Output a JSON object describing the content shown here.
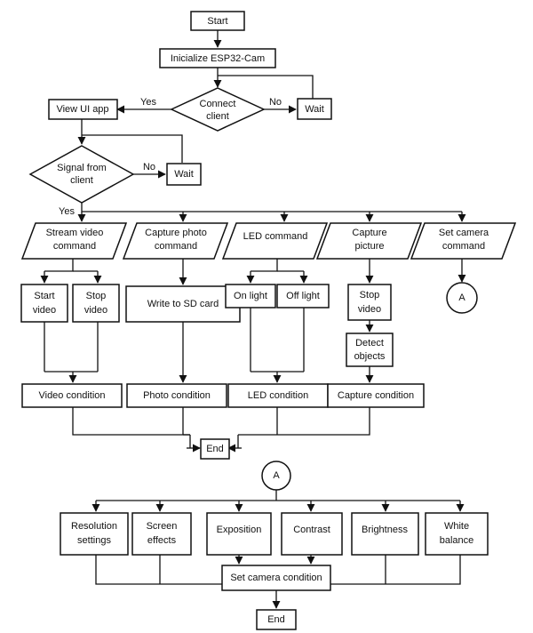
{
  "start": "Start",
  "init": "Inicialize ESP32-Cam",
  "connect": [
    "Connect",
    "client"
  ],
  "yes1": "Yes",
  "no1": "No",
  "wait1": "Wait",
  "view_ui": "View UI app",
  "signal": [
    "Signal from",
    "client"
  ],
  "no2": "No",
  "wait2": "Wait",
  "yes2": "Yes",
  "commands": {
    "stream": [
      "Stream video",
      "command"
    ],
    "capture_photo": [
      "Capture photo",
      "command"
    ],
    "led": "LED command",
    "capture_picture": [
      "Capture",
      "picture"
    ],
    "set_camera": [
      "Set camera",
      "command"
    ]
  },
  "start_video": [
    "Start",
    "video"
  ],
  "stop_video": [
    "Stop",
    "video"
  ],
  "write_sd": "Write to SD card",
  "on_light": "On light",
  "off_light": "Off light",
  "stop_video2": [
    "Stop",
    "video"
  ],
  "detect": [
    "Detect",
    "objects"
  ],
  "connector": "A",
  "conditions": {
    "video": "Video condition",
    "photo": "Photo condition",
    "led": "LED condition",
    "capture": "Capture condition"
  },
  "end1": "End",
  "connector2": "A",
  "settings": {
    "resolution": [
      "Resolution",
      "settings"
    ],
    "screen": [
      "Screen",
      "effects"
    ],
    "exposition": "Exposition",
    "contrast": "Contrast",
    "brightness": "Brightness",
    "white": [
      "White",
      "balance"
    ]
  },
  "set_condition": "Set camera condition",
  "end2": "End"
}
